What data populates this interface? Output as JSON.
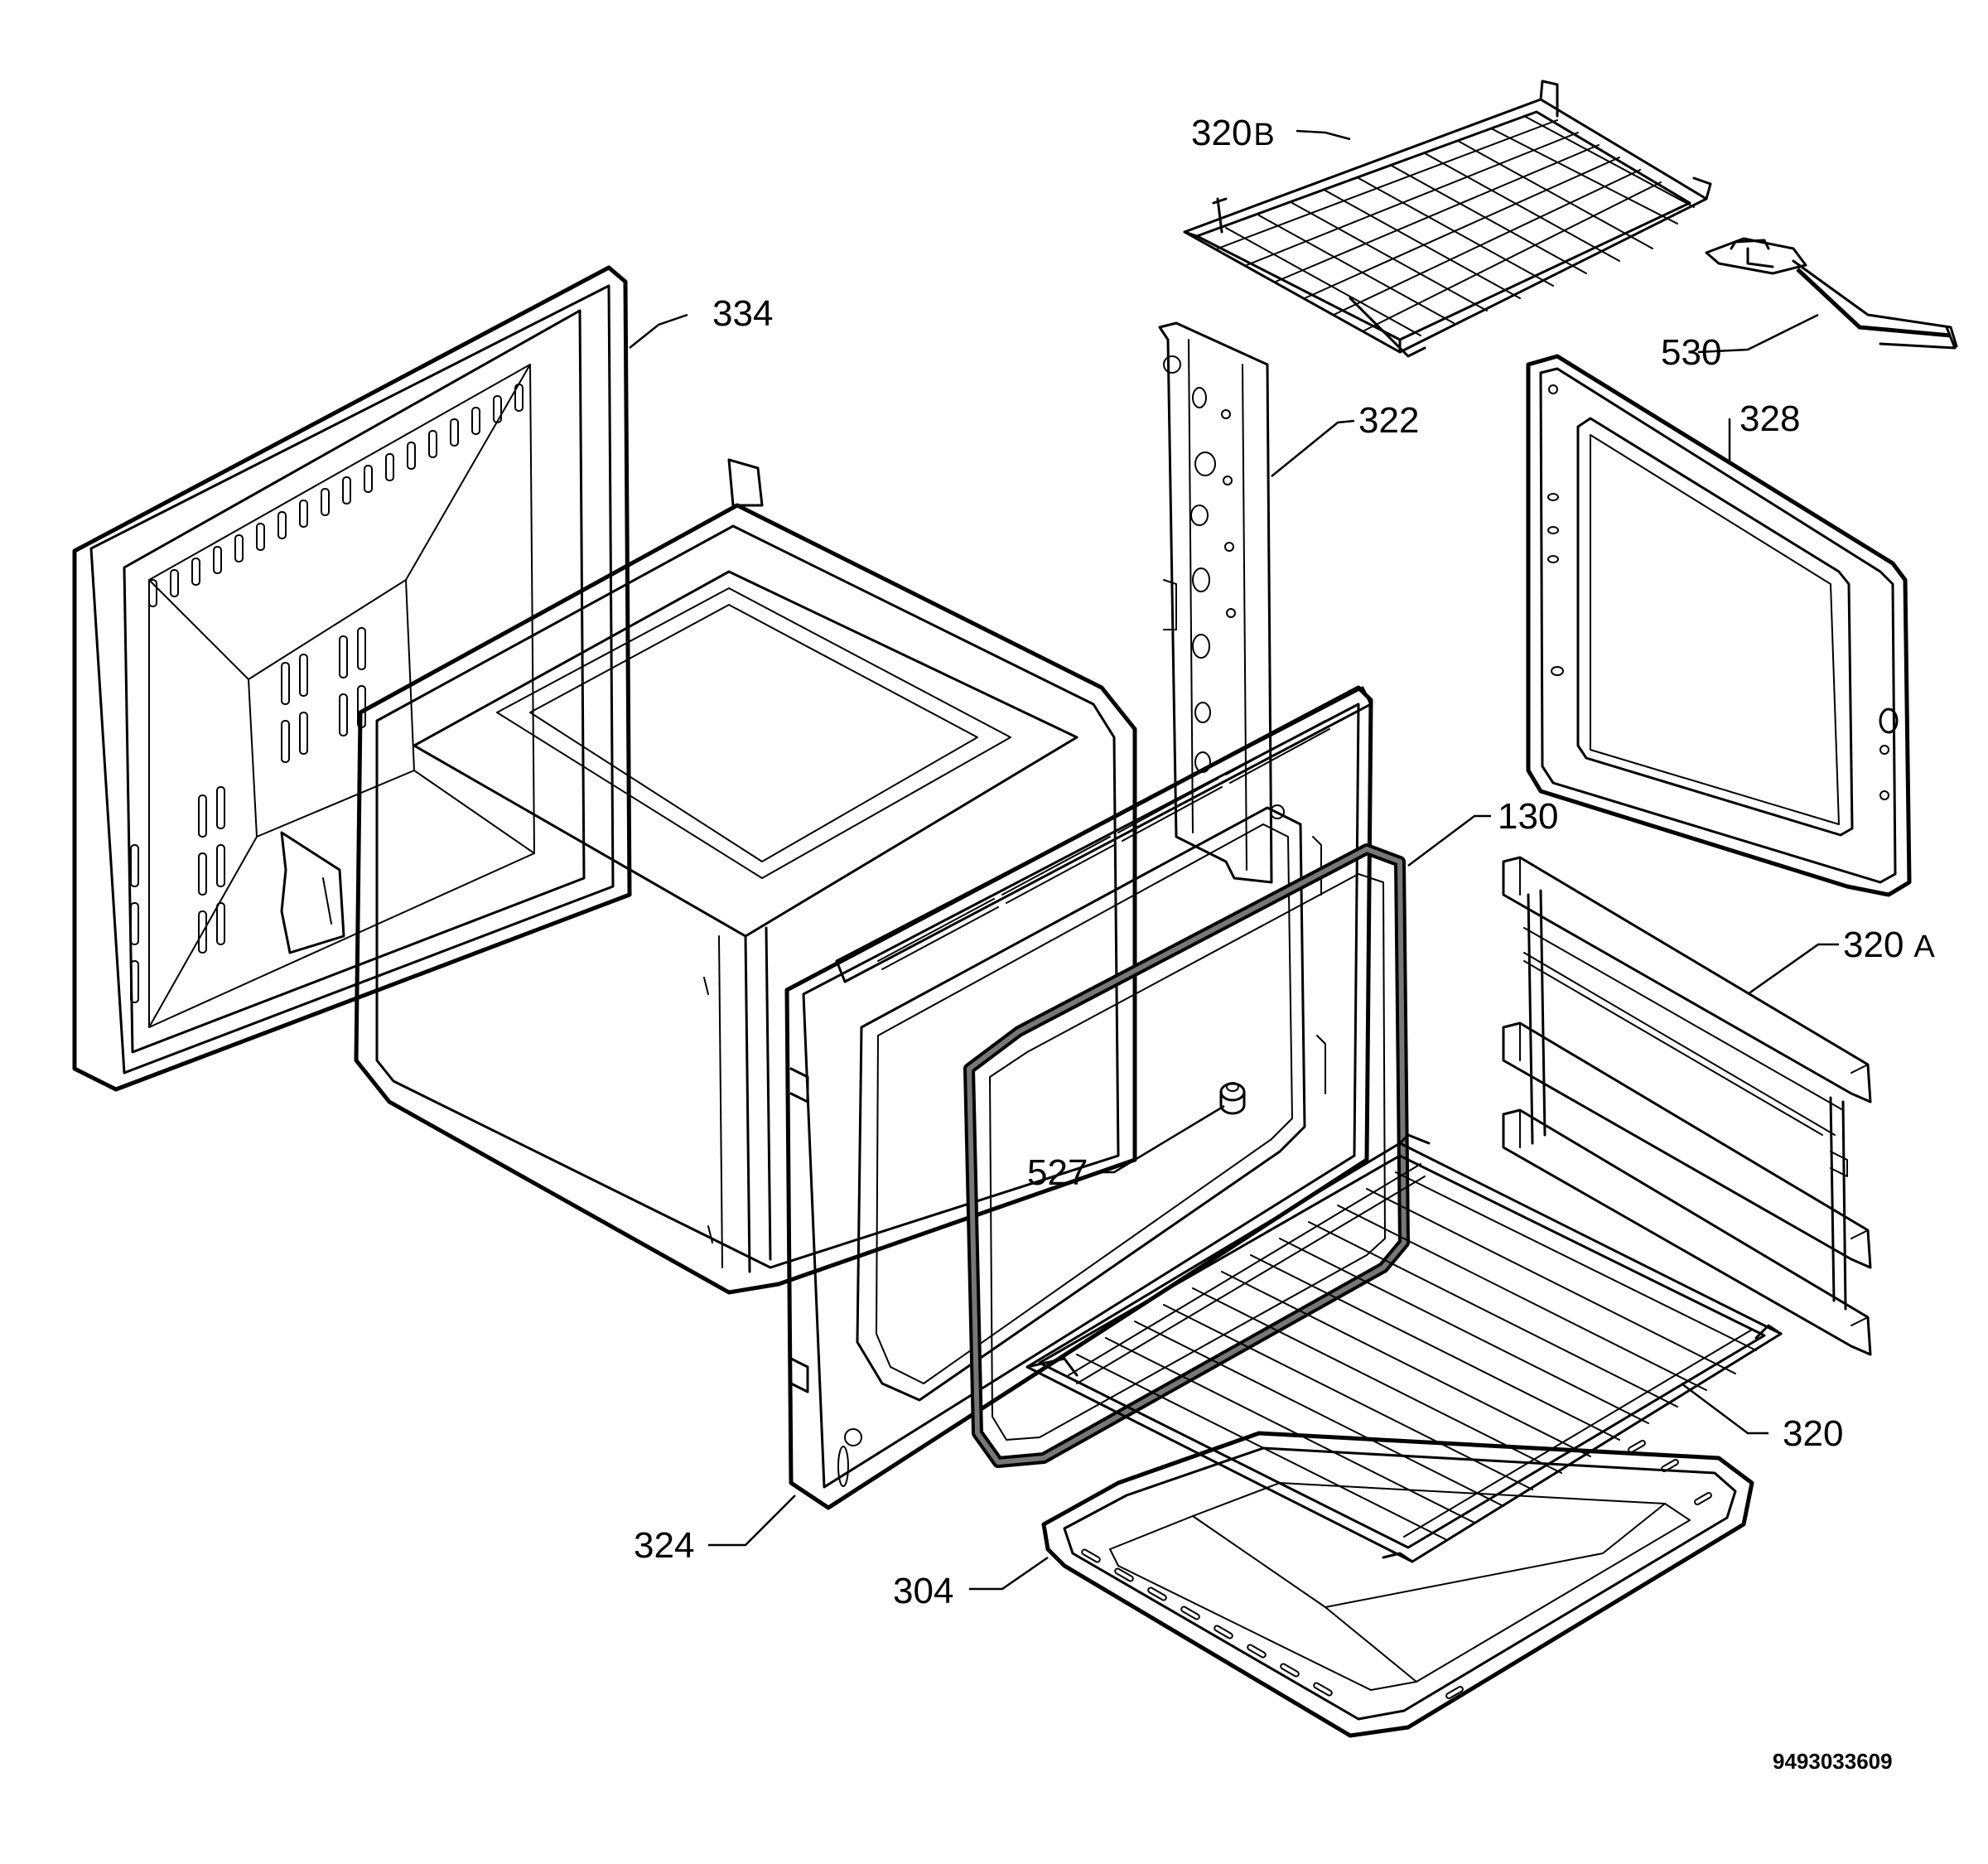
{
  "diagram": {
    "type": "exploded-parts-view",
    "document_number": "9493033609",
    "parts": [
      {
        "id": "p320b",
        "number": "320",
        "suffix": "B"
      },
      {
        "id": "p334",
        "number": "334",
        "suffix": ""
      },
      {
        "id": "p530",
        "number": "530",
        "suffix": ""
      },
      {
        "id": "p322",
        "number": "322",
        "suffix": ""
      },
      {
        "id": "p328",
        "number": "328",
        "suffix": ""
      },
      {
        "id": "p130",
        "number": "130",
        "suffix": ""
      },
      {
        "id": "p320a",
        "number": "320",
        "suffix": "A"
      },
      {
        "id": "p527",
        "number": "527",
        "suffix": ""
      },
      {
        "id": "p320",
        "number": "320",
        "suffix": ""
      },
      {
        "id": "p324",
        "number": "324",
        "suffix": ""
      },
      {
        "id": "p304",
        "number": "304",
        "suffix": ""
      }
    ]
  }
}
